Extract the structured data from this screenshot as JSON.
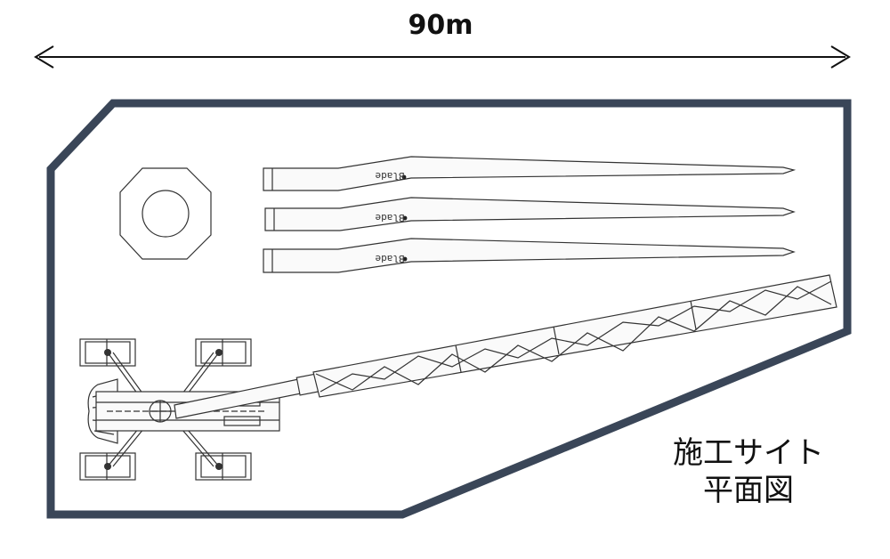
{
  "dimension": {
    "label": "90m"
  },
  "site": {
    "border_color": "#3a4658"
  },
  "blades": [
    {
      "label": "Blade"
    },
    {
      "label": "Blade"
    },
    {
      "label": "Blade"
    }
  ],
  "caption": {
    "line1": "施工サイト",
    "line2": "平面図"
  }
}
